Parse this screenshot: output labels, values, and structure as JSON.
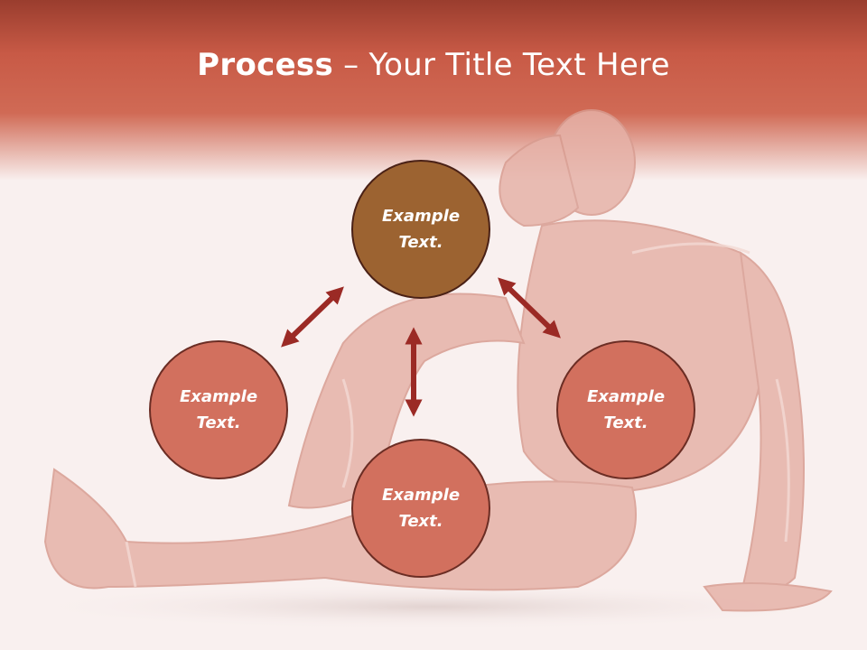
{
  "slide": {
    "title_bold": "Process",
    "title_rest": " – Your Title Text Here"
  },
  "nodes": [
    {
      "id": "top",
      "label": "Example\nText."
    },
    {
      "id": "left",
      "label": "Example\nText."
    },
    {
      "id": "right",
      "label": "Example\nText."
    },
    {
      "id": "bottom",
      "label": "Example\nText."
    }
  ],
  "colors": {
    "header": "#c85a46",
    "primary_node": "#9c6331",
    "secondary_node": "#d2705e",
    "arrow": "#9b2a25",
    "background": "#f9f0ef"
  },
  "background_image": "muscular-anatomy-figure"
}
